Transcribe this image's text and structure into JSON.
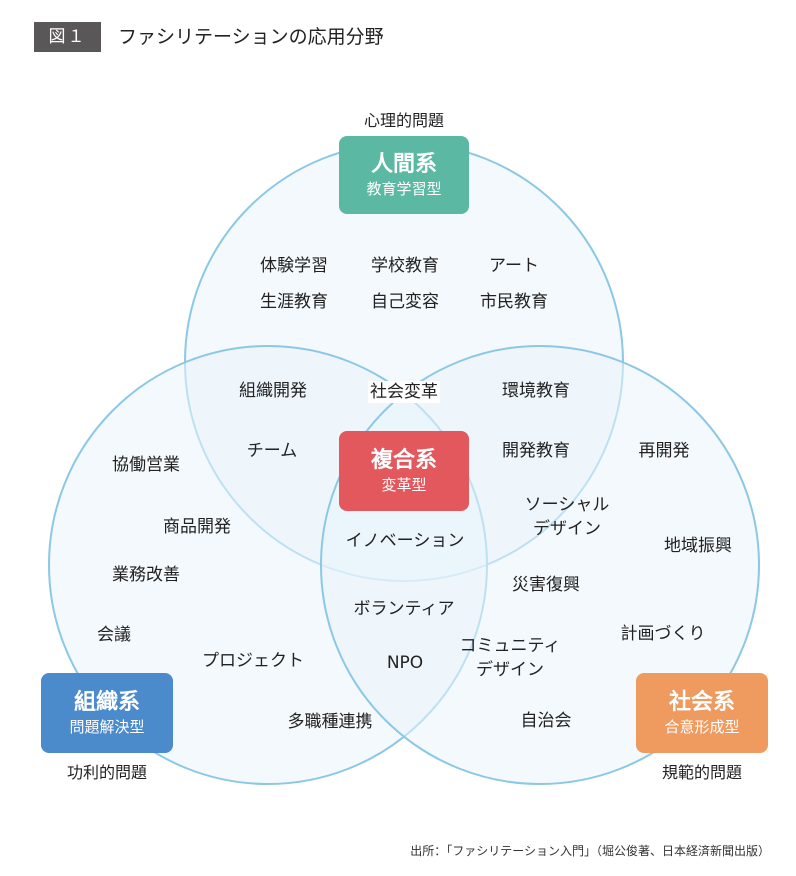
{
  "header": {
    "badge": "図１",
    "title": "ファシリテーションの応用分野"
  },
  "colors": {
    "circle_stroke": "#8cc8e5",
    "circle_fill": "#eaf4fb",
    "human": "#5bb8a2",
    "complex": "#e2585c",
    "org": "#4b8acb",
    "social": "#ef9a5f"
  },
  "hubs": {
    "human": {
      "main": "人間系",
      "sub": "教育学習型"
    },
    "complex": {
      "main": "複合系",
      "sub": "変革型"
    },
    "org": {
      "main": "組織系",
      "sub": "問題解決型"
    },
    "social": {
      "main": "社会系",
      "sub": "合意形成型"
    }
  },
  "labels": {
    "top": "心理的問題",
    "bottom_left": "功利的問題",
    "bottom_right": "規範的問題"
  },
  "words": {
    "taiken": "体験学習",
    "gakko": "学校教育",
    "art": "アート",
    "shogai": "生涯教育",
    "jiko": "自己変容",
    "shimin": "市民教育",
    "soshiki_kaihatsu": "組織開発",
    "shakai_henkaku": "社会変革",
    "kankyo": "環境教育",
    "team": "チーム",
    "kaihatsu_kyoiku": "開発教育",
    "saikaihatsu": "再開発",
    "kyodo": "協働営業",
    "shohin": "商品開発",
    "social_design_1": "ソーシャル",
    "social_design_2": "デザイン",
    "innovation": "イノベーション",
    "chiiki": "地域振興",
    "gyomu": "業務改善",
    "saigai": "災害復興",
    "volunteer": "ボランティア",
    "kaigi": "会議",
    "keikaku": "計画づくり",
    "community_1": "コミュニティ",
    "community_2": "デザイン",
    "project": "プロジェクト",
    "npo": "NPO",
    "tashoku": "多職種連携",
    "jichikai": "自治会"
  },
  "source": "出所：「ファシリテーション入門」（堀公俊著、日本経済新聞出版）"
}
